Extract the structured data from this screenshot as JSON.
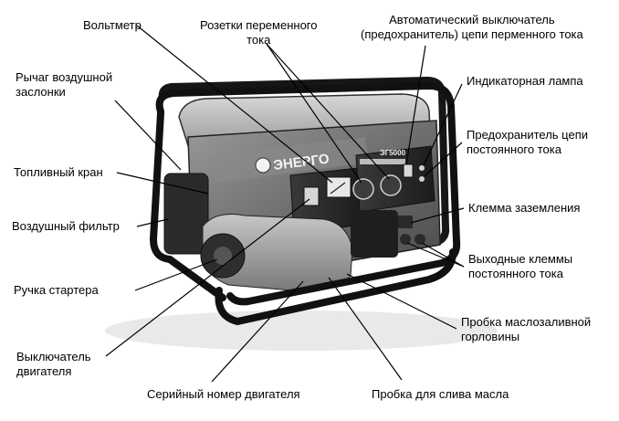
{
  "brand": {
    "logo_text": "ЭНЕРГО",
    "model_text": "ЭГ5000"
  },
  "labels": {
    "voltmeter": [
      "Вольтметр"
    ],
    "ac_sockets": [
      "Розетки переменного",
      "тока"
    ],
    "ac_breaker": [
      "Автоматический выключатель",
      "(предохранитель) цепи перменного тока"
    ],
    "choke_lever": [
      "Рычаг воздушной",
      "заслонки"
    ],
    "indicator_lamp": [
      "Индикаторная лампа"
    ],
    "dc_fuse": [
      "Предохранитель цепи",
      "постоянного тока"
    ],
    "fuel_valve": [
      "Топливный кран"
    ],
    "ground_terminal": [
      "Клемма заземления"
    ],
    "air_filter": [
      "Воздушный фильтр"
    ],
    "dc_terminals": [
      "Выходные клеммы",
      "постоянного тока"
    ],
    "starter_handle": [
      "Ручка стартера"
    ],
    "oil_filler_cap": [
      "Пробка маслозаливной",
      "горловины"
    ],
    "engine_switch": [
      "Выключатель",
      "двигателя"
    ],
    "engine_serial": [
      "Серийный номер двигателя"
    ],
    "oil_drain_plug": [
      "Пробка для слива масла"
    ]
  }
}
